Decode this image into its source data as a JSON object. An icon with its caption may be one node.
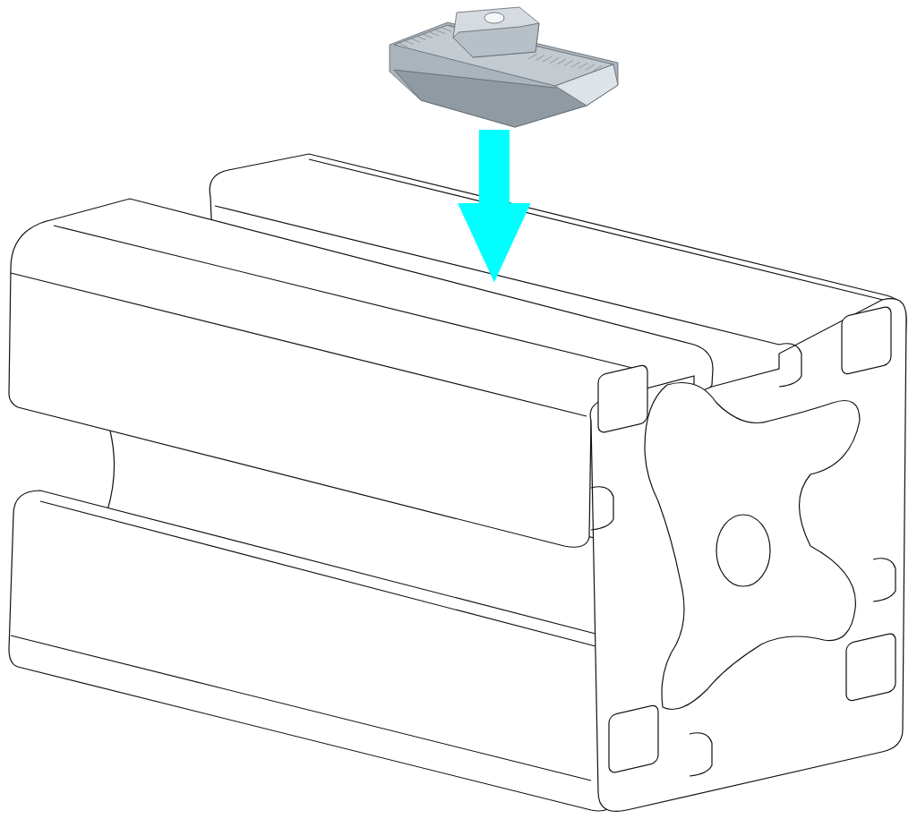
{
  "diagram": {
    "nodes": [
      {
        "text": [],
        "shape": "picture"
      },
      {
        "text": [],
        "shape": "picture"
      }
    ],
    "edges": [
      {
        "from": 0,
        "to": 1,
        "arrow": "to"
      }
    ]
  }
}
